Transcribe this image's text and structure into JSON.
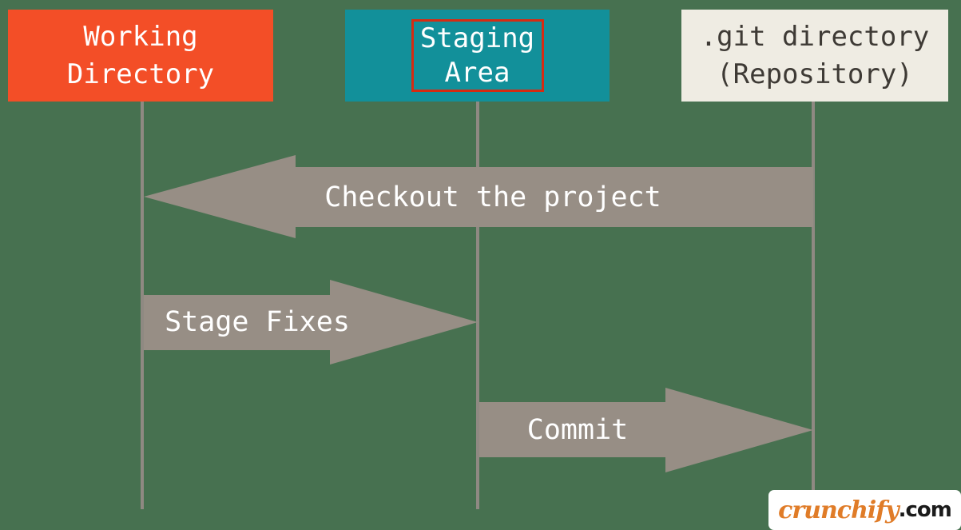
{
  "colors": {
    "background": "#477150",
    "box_working": "#F34E27",
    "box_staging": "#12909A",
    "box_git": "#EFECE3",
    "staging_highlight": "#D62B12",
    "arrow": "#978E85",
    "line": "#8F8982",
    "box_text_light": "#FFFFFF",
    "box_text_dark": "#3E3A35",
    "logo_name": "#E07C28",
    "logo_tld": "#1B1B1B",
    "logo_bg": "#FFFFFF"
  },
  "boxes": {
    "working": {
      "line1": "Working",
      "line2": "Directory"
    },
    "staging": {
      "line1": "Staging",
      "line2": "Area"
    },
    "git": {
      "line1": ".git directory",
      "line2": "(Repository)"
    }
  },
  "arrows": {
    "checkout": {
      "label": "Checkout the project",
      "direction": "right-to-left"
    },
    "stage": {
      "label": "Stage Fixes",
      "direction": "left-to-right"
    },
    "commit": {
      "label": "Commit",
      "direction": "left-to-right"
    }
  },
  "watermark": {
    "name": "crunchify",
    "tld": ".com"
  }
}
